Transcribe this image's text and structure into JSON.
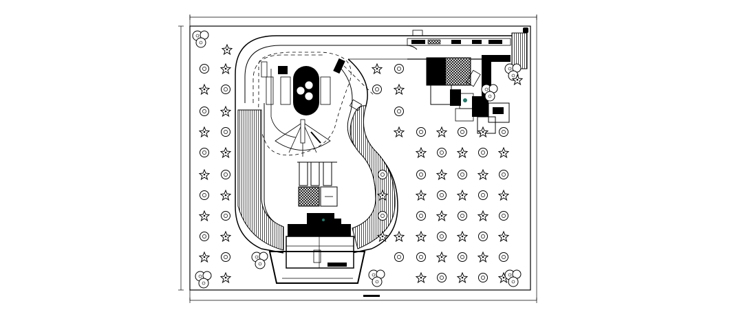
{
  "drawing": {
    "type": "architectural-site-plan",
    "line_color": "#000000",
    "background_color": "#ffffff",
    "accent_color": "#1f7a6b",
    "tree_symbols": [
      "circle-tree",
      "star-shrub",
      "cluster-tree"
    ],
    "visible_text": []
  }
}
